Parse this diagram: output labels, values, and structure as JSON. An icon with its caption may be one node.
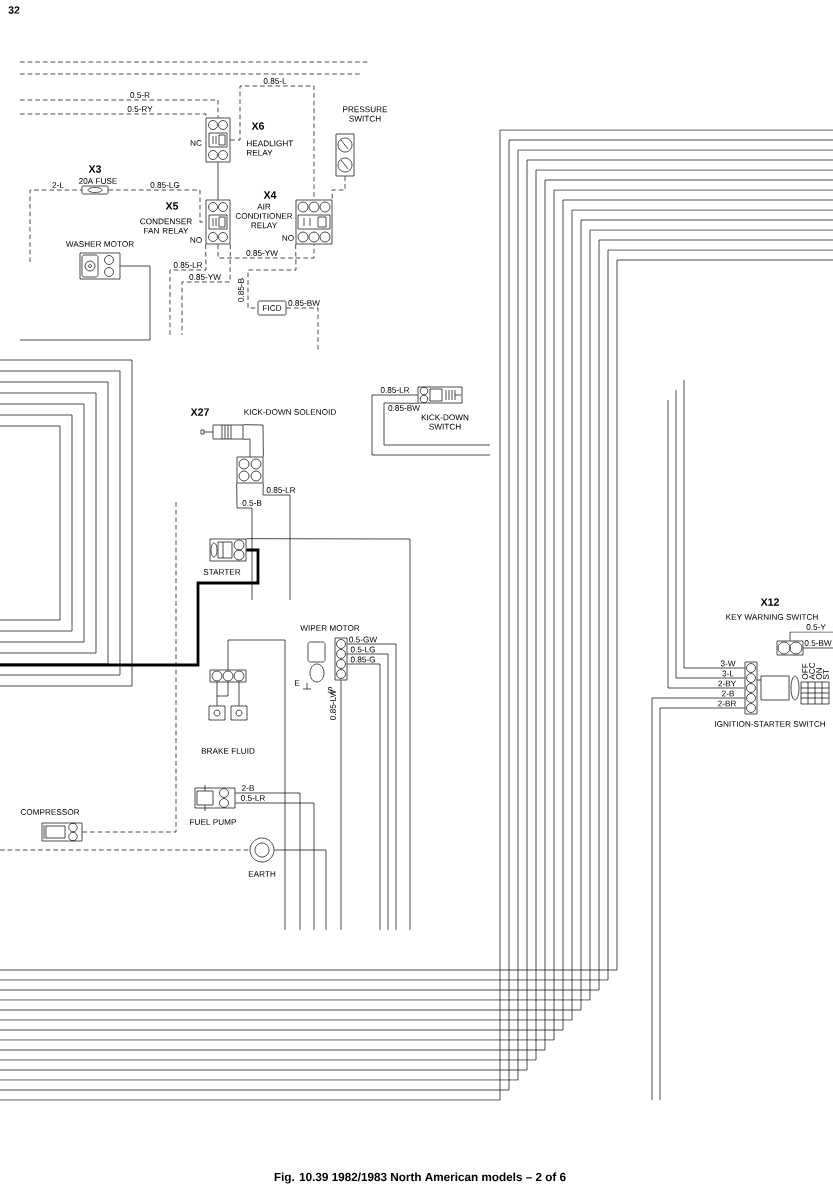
{
  "diagram": {
    "caption": "Fig. 10.39 1982/1983 North American models – 2 of 6",
    "nodes": [
      {
        "text": [
          "X6",
          "HEADLIGHT RELAY"
        ]
      },
      {
        "text": [
          "X3",
          "20A FUSE"
        ]
      },
      {
        "text": [
          "X5",
          "CONDENSER FAN RELAY"
        ]
      },
      {
        "text": [
          "X4",
          "AIR CONDITIONER RELAY"
        ]
      },
      {
        "text": [
          "PRESSURE SWITCH"
        ]
      },
      {
        "text": [
          "WASHER MOTOR"
        ]
      },
      {
        "text": [
          "FICD"
        ]
      },
      {
        "text": [
          "X27",
          "KICK-DOWN SOLENOID"
        ]
      },
      {
        "text": [],
        "shape": "box"
      },
      {
        "text": [
          "KICK-DOWN SWITCH"
        ]
      },
      {
        "text": [
          "STARTER"
        ]
      },
      {
        "text": [
          "WIPER MOTOR"
        ]
      },
      {
        "text": [
          "BRAKE FLUID"
        ]
      },
      {
        "text": [
          "FUEL PUMP"
        ]
      },
      {
        "text": [
          "COMPRESSOR"
        ]
      },
      {
        "text": [
          "EARTH"
        ]
      },
      {
        "text": [
          "X12",
          "KEY WARNING SWITCH"
        ]
      },
      {
        "text": [
          "IGNITION-STARTER SWITCH"
        ]
      }
    ],
    "edges": [
      {
        "from": null,
        "to": 0,
        "arrow": "none",
        "style": "dashed",
        "label": "0.5-R"
      },
      {
        "from": null,
        "to": 0,
        "arrow": "none",
        "style": "dashed",
        "label": "0.5-RY"
      },
      {
        "from": 0,
        "to": 3,
        "arrow": "none",
        "style": "dashed",
        "label": "0.85-L"
      },
      {
        "from": 1,
        "to": 2,
        "arrow": "none",
        "style": "dashed",
        "label": "0.85-LG"
      },
      {
        "from": null,
        "to": 1,
        "arrow": "none",
        "style": "dashed",
        "label": "2-L"
      },
      {
        "from": 0,
        "to": 2,
        "arrow": "none"
      },
      {
        "from": 2,
        "to": 3,
        "arrow": "none",
        "style": "dashed",
        "label": "0.85-YW"
      },
      {
        "from": 3,
        "to": 6,
        "arrow": "none",
        "style": "dashed",
        "label": "0.85-B"
      },
      {
        "from": 6,
        "to": null,
        "arrow": "none",
        "style": "dashed",
        "label": "0.85-BW"
      },
      {
        "from": 2,
        "to": null,
        "arrow": "none",
        "style": "dashed",
        "label": "0.85-LR"
      },
      {
        "from": 2,
        "to": null,
        "arrow": "none",
        "style": "dashed",
        "label": "0.85-YW"
      },
      {
        "from": 5,
        "to": null,
        "arrow": "none"
      },
      {
        "from": 4,
        "to": 3,
        "arrow": "none",
        "style": "dashed"
      },
      {
        "from": 7,
        "to": 8,
        "arrow": "none"
      },
      {
        "from": 7,
        "to": 8,
        "arrow": "none"
      },
      {
        "from": 8,
        "to": null,
        "arrow": "none",
        "label": "0.85-LR"
      },
      {
        "from": 8,
        "to": null,
        "arrow": "none",
        "label": "0.5-B"
      },
      {
        "from": 9,
        "to": null,
        "arrow": "none",
        "label": "0.85-LR"
      },
      {
        "from": 9,
        "to": null,
        "arrow": "none",
        "label": "0.85-BW"
      },
      {
        "from": 10,
        "to": null,
        "arrow": "none",
        "style": "thick"
      },
      {
        "from": 10,
        "to": null,
        "arrow": "none"
      },
      {
        "from": 11,
        "to": null,
        "arrow": "none",
        "label": "0.5-GW"
      },
      {
        "from": 11,
        "to": null,
        "arrow": "none",
        "label": "0.5-LG"
      },
      {
        "from": 11,
        "to": null,
        "arrow": "none",
        "label": "0.85-G"
      },
      {
        "from": 11,
        "to": null,
        "arrow": "none",
        "label": "0.85-LW"
      },
      {
        "from": 12,
        "to": null,
        "arrow": "none"
      },
      {
        "from": 13,
        "to": null,
        "arrow": "none",
        "label": "2-B"
      },
      {
        "from": 13,
        "to": null,
        "arrow": "none",
        "label": "0.5-LR"
      },
      {
        "from": 14,
        "to": null,
        "arrow": "none",
        "style": "dashed"
      },
      {
        "from": 15,
        "to": null,
        "arrow": "none"
      },
      {
        "from": null,
        "to": 15,
        "arrow": "none",
        "style": "dashed"
      },
      {
        "from": 16,
        "to": null,
        "arrow": "none",
        "label": "0.5-Y"
      },
      {
        "from": 16,
        "to": null,
        "arrow": "none",
        "label": "0.5-BW"
      },
      {
        "from": 17,
        "to": null,
        "arrow": "none",
        "label": "3-W"
      },
      {
        "from": 17,
        "to": null,
        "arrow": "none",
        "label": "3-L"
      },
      {
        "from": 17,
        "to": null,
        "arrow": "none",
        "label": "2-BY"
      },
      {
        "from": 17,
        "to": null,
        "arrow": "none",
        "label": "2-B"
      },
      {
        "from": 17,
        "to": null,
        "arrow": "none",
        "label": "2-BR"
      }
    ],
    "labels": [
      "32",
      "NC",
      "NO",
      "NO",
      "E",
      "S",
      "OFF",
      "ACC",
      "ON",
      "ST"
    ]
  }
}
